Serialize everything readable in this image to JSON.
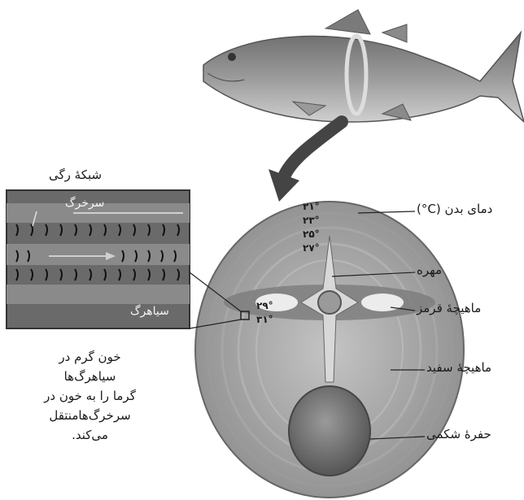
{
  "inset": {
    "title": "شبکهٔ رگی",
    "artery_label": "سرخرگ",
    "vein_label": "سیاهرگ"
  },
  "labels": {
    "body_temp": "دمای بدن (C°)",
    "vertebra": "مهره",
    "red_muscle": "ماهیچهٔ قرمز",
    "white_muscle": "ماهیچهٔ سفید",
    "abdominal_cavity": "حفرهٔ شکمی"
  },
  "temperatures": [
    "۲۱°",
    "۲۳°",
    "۲۵°",
    "۲۷°",
    "۲۹°",
    "۳۱°"
  ],
  "caption_lines": [
    "خون گرم در",
    "سیاهرگ‌ها",
    "گرما را به خون در",
    "سرخرگ‌هامنتقل",
    "می‌کند."
  ]
}
